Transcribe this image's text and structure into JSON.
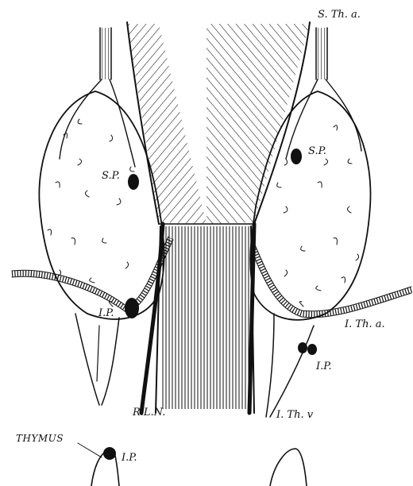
{
  "figure": {
    "labels": {
      "superior_thyroid_artery": "S. Th. a.",
      "superior_parathyroid_left": "S.P.",
      "superior_parathyroid_right": "S.P.",
      "inferior_parathyroid_left": "I.P.",
      "inferior_parathyroid_right": "I.P.",
      "inferior_parathyroid_thymus": "I.P.",
      "inferior_thyroid_artery": "I. Th. a.",
      "recurrent_laryngeal_nerve": "R.L.N.",
      "inferior_thyroid_vein": "I. Th. v",
      "thymus": "THYMUS"
    }
  }
}
